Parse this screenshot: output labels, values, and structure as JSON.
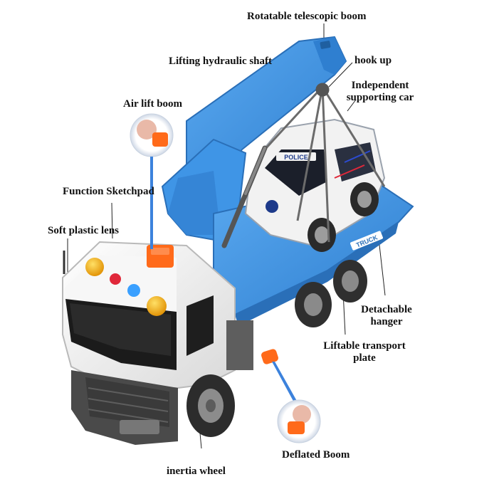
{
  "labels": {
    "boom": "Rotatable telescopic boom",
    "shaft": "Lifting hydraulic shaft",
    "hook": "hook up",
    "car_line1": "Independent",
    "car_line2": "supporting car",
    "air": "Air lift boom",
    "sketchpad": "Function Sketchpad",
    "lens": "Soft plastic lens",
    "hanger_line1": "Detachable",
    "hanger_line2": "hanger",
    "plate_line1": "Liftable transport",
    "plate_line2": "plate",
    "deflated": "Deflated Boom",
    "wheel": "inertia wheel"
  },
  "decal": {
    "police": "POLICE",
    "truck": "TRUCK"
  },
  "colors": {
    "truck_blue": "#3f95e6",
    "blue_dark": "#2a6fb8",
    "cab_white": "#f4f4f4",
    "grey": "#6b6b6b",
    "orange": "#ff6a1a",
    "yellow": "#f2a90d",
    "red": "#e0283a",
    "light_blue": "#3aa0ff"
  }
}
